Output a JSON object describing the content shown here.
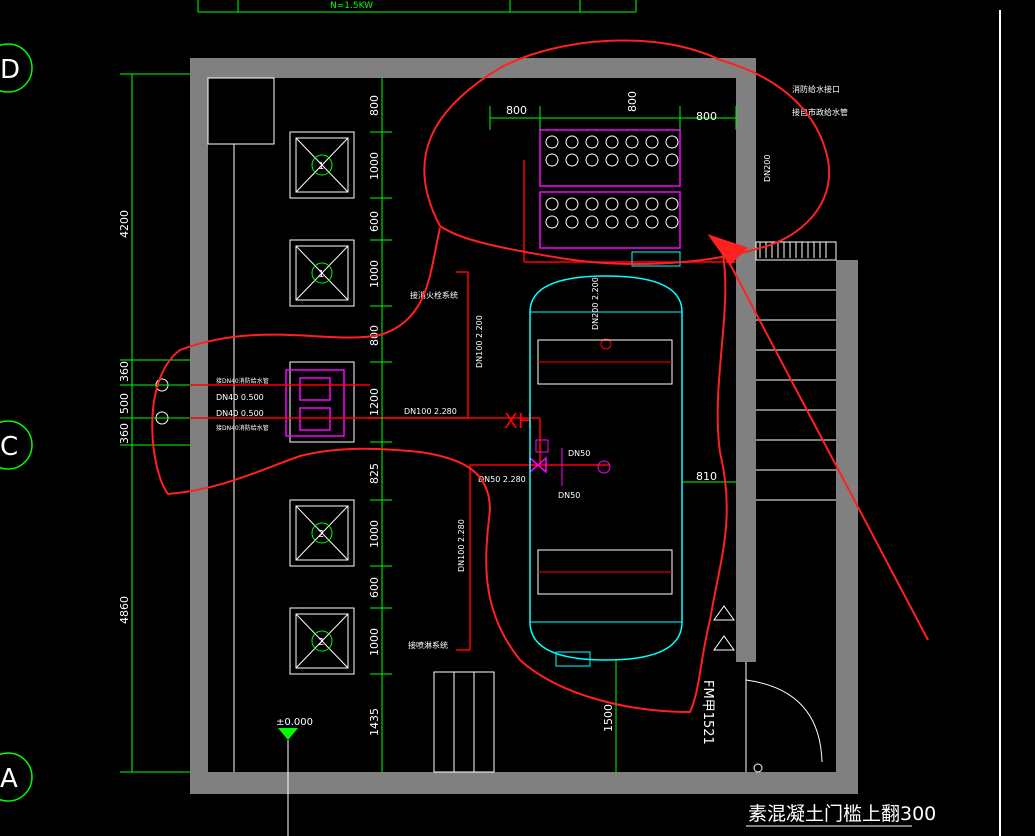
{
  "title_block": {
    "power": "N=1.5KW"
  },
  "axis_bubbles": [
    "D",
    "C",
    "A"
  ],
  "dims_left_outer": [
    "4200",
    "360",
    "500",
    "360",
    "4860"
  ],
  "dims_left_inner": [
    "800",
    "1000",
    "600",
    "1000",
    "800",
    "1200",
    "825",
    "1000",
    "600",
    "1000",
    "1435"
  ],
  "dims_top": [
    "800",
    "800",
    "800"
  ],
  "dims_misc": {
    "right_gap": "810",
    "bottom_gap": "1500",
    "vert_pipe": "DN200"
  },
  "units": [
    "1",
    "1",
    "2",
    "2"
  ],
  "pipes": {
    "dn100_200": "DN100 2.200",
    "dn100_280": "DN100 2.280",
    "dn50_280": "DN50 2.280",
    "dn40_1": "DN40 0.500",
    "dn40_2": "DN40 0.500",
    "tank_inlet": "DN100 2.280",
    "dn50_a": "DN50",
    "dn50_b": "DN50",
    "dn200_v": "DN200 2.200",
    "dn100_v": "DN100 2.200"
  },
  "labels": {
    "right_note_1": "消防给水接口",
    "right_note_2": "接自市政给水管",
    "pipe_note_top": "接消火栓系统",
    "pipe_note_bottom": "接喷淋系统",
    "left_note_1": "接DN40消防给水管",
    "left_note_2": "接DN40消防给水管",
    "door": "FM甲1521",
    "elevation": "±0.000",
    "bottom_note": "素混凝土门槛上翻300"
  },
  "colors": {
    "wall": "#808080",
    "dim": "#00ff00",
    "pipe_red": "#ff0000",
    "tank": "#00ffff",
    "magenta": "#ff00ff",
    "annotation": "#ff2020"
  }
}
